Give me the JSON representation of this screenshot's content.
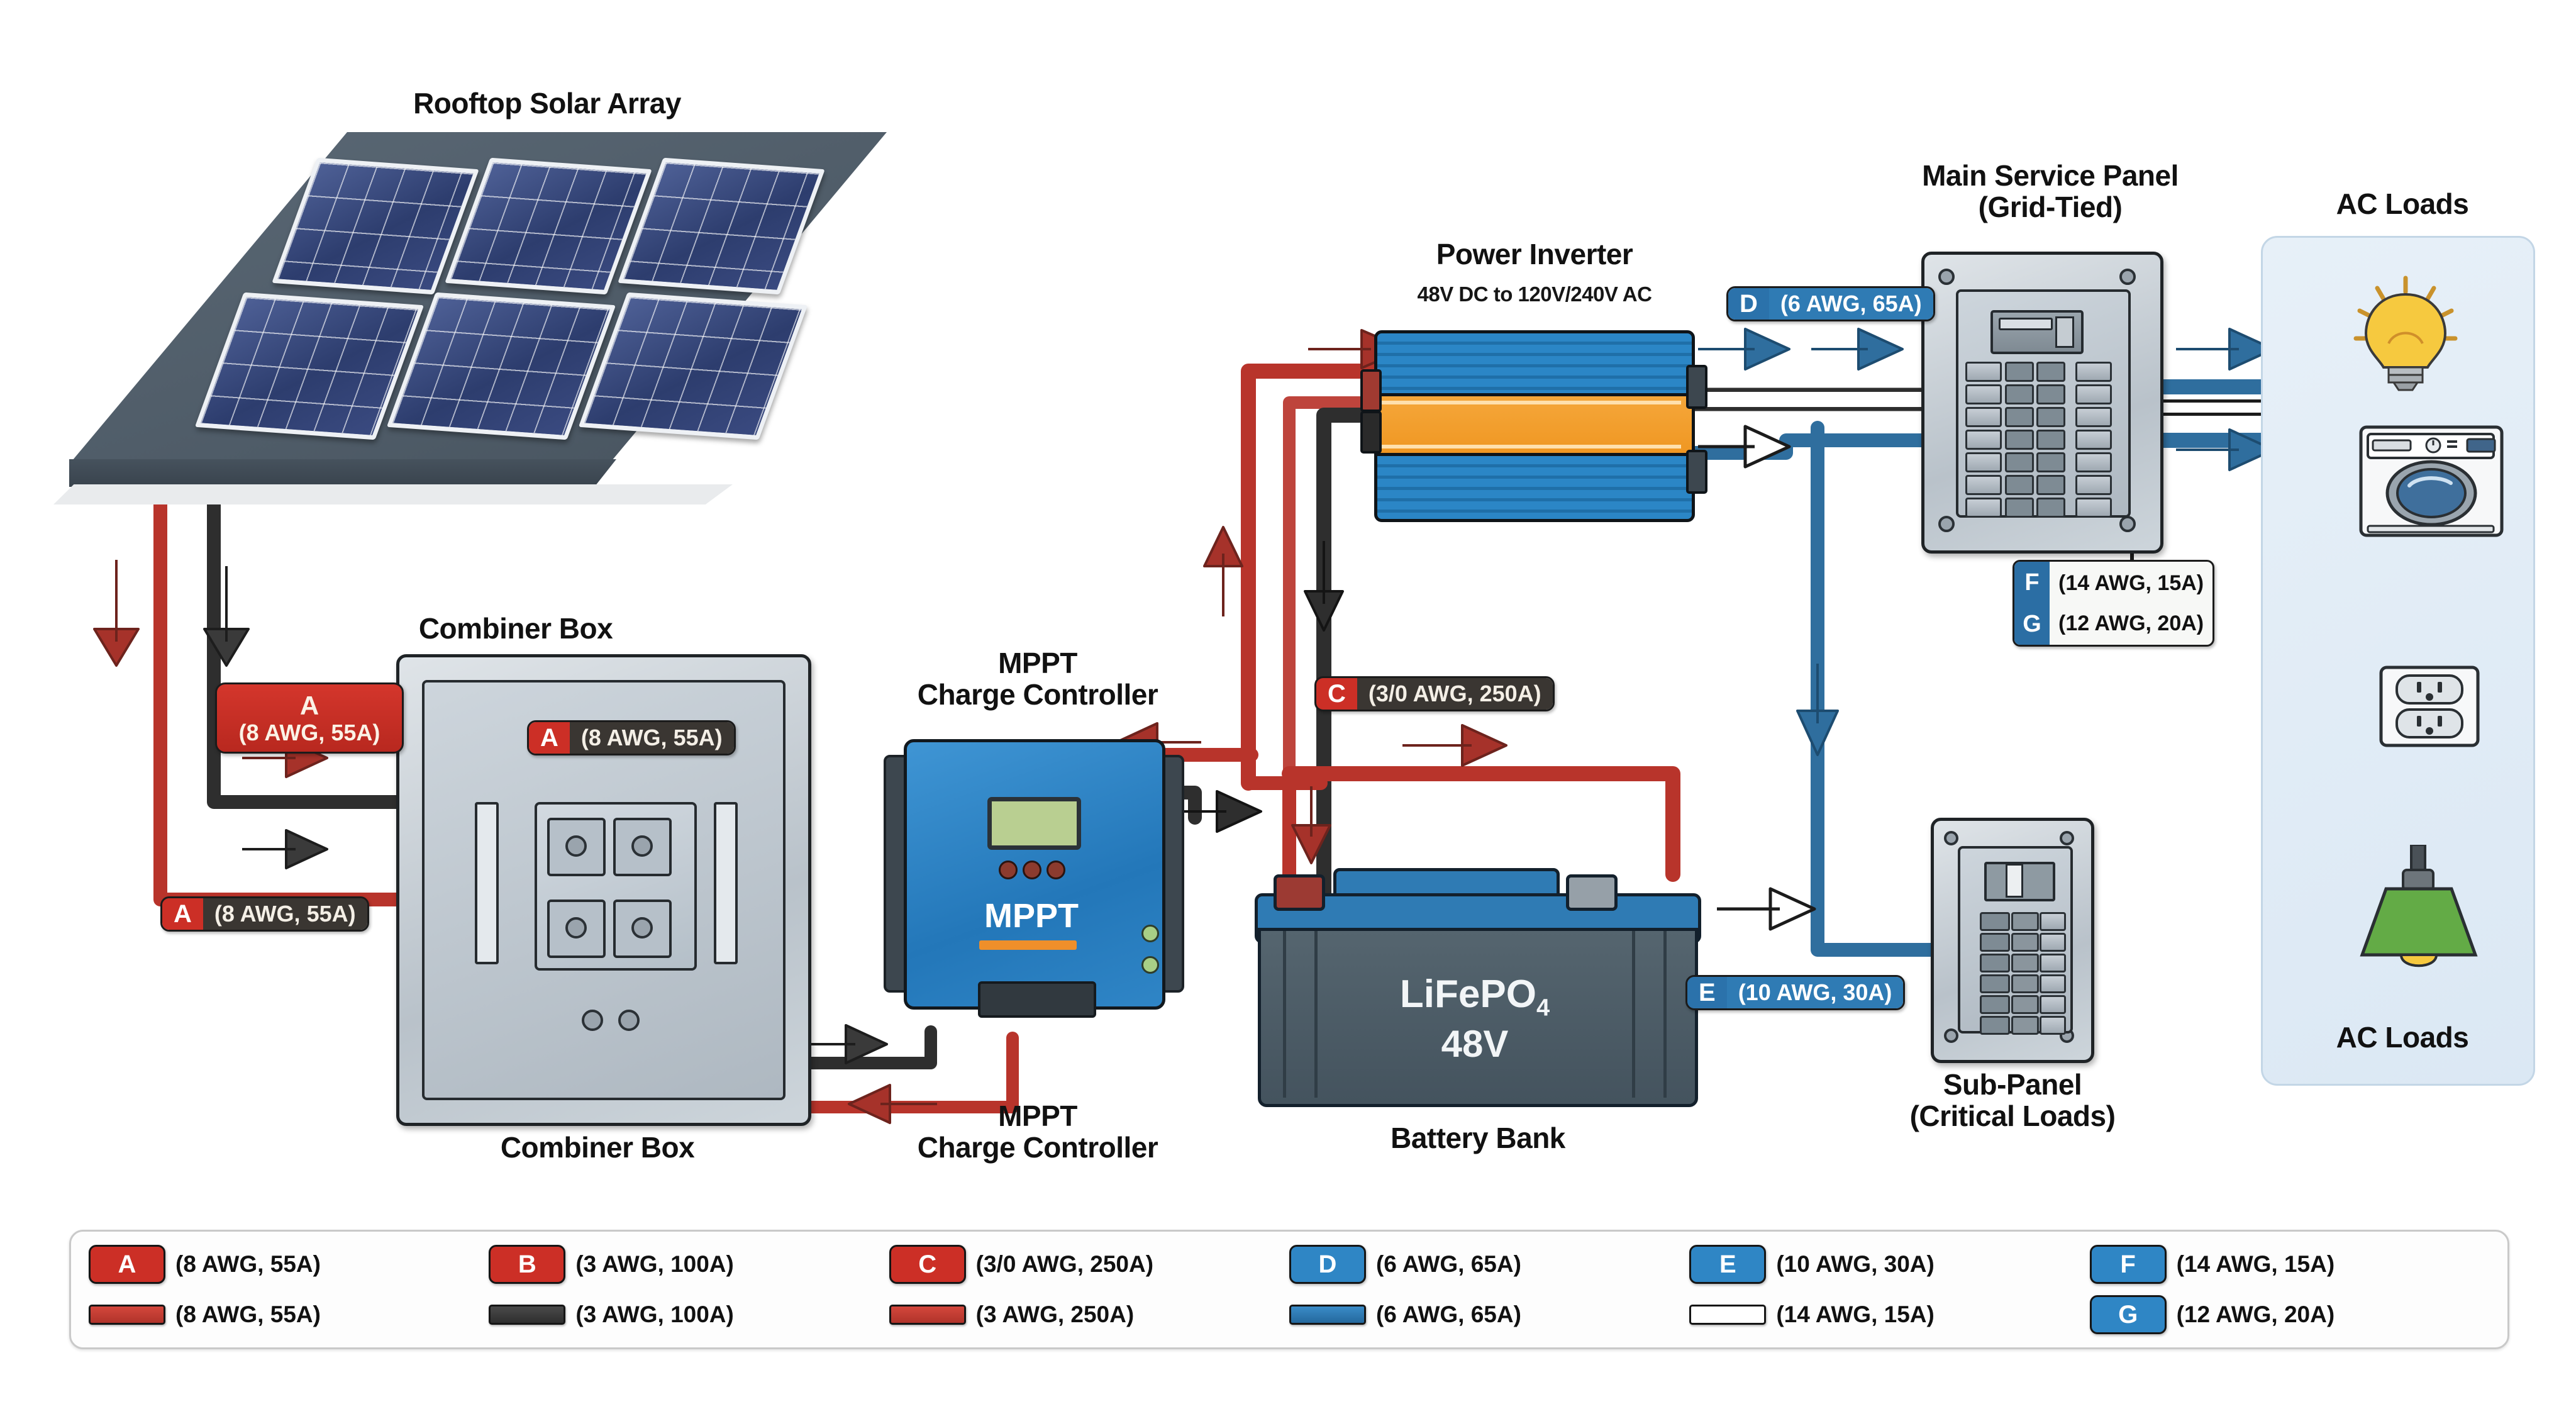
{
  "titles": {
    "solar_array": "Rooftop Solar Array",
    "combiner_top": "Combiner Box",
    "combiner_bottom": "Combiner Box",
    "mppt_top": "MPPT\nCharge Controller",
    "mppt_bottom": "MPPT\nCharge Controller",
    "inverter": "Power Inverter",
    "inverter_sub": "48V DC to 120V/240V AC",
    "main_panel": "Main Service Panel\n(Grid-Tied)",
    "ac_loads_top": "AC Loads",
    "ac_loads_bottom": "AC Loads",
    "sub_panel": "Sub-Panel\n(Critical Loads)",
    "battery_bank": "Battery Bank"
  },
  "devices": {
    "mppt_face_label": "MPPT",
    "battery_chem": "LiFePO",
    "battery_chem_sub": "4",
    "battery_voltage": "48V"
  },
  "callouts": [
    {
      "id": "a-big",
      "key": "A",
      "value": "(8 AWG, 55A)",
      "style": "bigtag"
    },
    {
      "id": "a-left",
      "key": "A",
      "value": "(8 AWG, 55A)",
      "style": "dark"
    },
    {
      "id": "a-inbox",
      "key": "A",
      "value": "(8 AWG, 55A)",
      "style": "dark"
    },
    {
      "id": "c-batt",
      "key": "C",
      "value": "(3/0 AWG, 250A)",
      "style": "dark"
    },
    {
      "id": "d-inv",
      "key": "D",
      "value": "(6 AWG, 65A)",
      "style": "blue"
    },
    {
      "id": "e-sub",
      "key": "E",
      "value": "(10 AWG, 30A)",
      "style": "blue"
    },
    {
      "id": "fg-main",
      "keys": [
        "F",
        "G"
      ],
      "values": [
        "(14 AWG, 15A)",
        "(12 AWG, 20A)"
      ],
      "style": "white"
    }
  ],
  "legend": {
    "columns": [
      {
        "badge": "A",
        "badge_color": "#cc2f26",
        "badge_text": "(8 AWG, 55A)",
        "swatch_color": "#c03a31",
        "swatch_text": "(8 AWG, 55A)"
      },
      {
        "badge": "B",
        "badge_color": "#cc2f26",
        "badge_text": "(3 AWG, 100A)",
        "swatch_color": "#3a3a3a",
        "swatch_text": "(3 AWG, 100A)"
      },
      {
        "badge": "C",
        "badge_color": "#cc2f26",
        "badge_text": "(3/0 AWG, 250A)",
        "swatch_color": "#c03a31",
        "swatch_text": "(3 AWG, 250A)"
      },
      {
        "badge": "D",
        "badge_color": "#2f86c5",
        "badge_text": "(6 AWG, 65A)",
        "swatch_color": "#2f7bb4",
        "swatch_text": "(6 AWG, 65A)"
      },
      {
        "badge": "E",
        "badge_color": "#2f86c5",
        "badge_text": "(10 AWG, 30A)",
        "swatch_color": "#ffffff",
        "swatch_text": "(14 AWG, 15A)"
      },
      {
        "badge": "F",
        "badge_color": "#2f86c5",
        "badge_text": "(14 AWG, 15A)",
        "badge2": "G",
        "badge2_color": "#2f86c5",
        "badge2_text": "(12 AWG, 20A)"
      }
    ]
  },
  "colors": {
    "dc_positive_red": "#b8342b",
    "dc_negative_black": "#2e2e2e",
    "ac_blue": "#2f6e9e",
    "ac_white": "#ffffff",
    "ground_green": "#3f9b3f",
    "inverter_blue": "#2079b8",
    "inverter_orange": "#f2a032",
    "panel_grey": "#c6ced5",
    "battery_body": "#4a5b68",
    "battery_top": "#2f7bb4",
    "lamp_green": "#5aa845",
    "bulb_yellow": "#f5c13a"
  },
  "chart_data": {
    "type": "diagram",
    "title": "Residential Grid-Tied Solar PV Wiring Diagram",
    "nodes": [
      {
        "id": "array",
        "label": "Rooftop Solar Array"
      },
      {
        "id": "combiner",
        "label": "Combiner Box"
      },
      {
        "id": "mppt",
        "label": "MPPT Charge Controller"
      },
      {
        "id": "battery",
        "label": "Battery Bank (LiFePO4 48V)"
      },
      {
        "id": "inverter",
        "label": "Power Inverter 48V DC to 120V/240V AC"
      },
      {
        "id": "main",
        "label": "Main Service Panel (Grid-Tied)"
      },
      {
        "id": "sub",
        "label": "Sub-Panel (Critical Loads)"
      },
      {
        "id": "acloads",
        "label": "AC Loads"
      }
    ],
    "edges": [
      {
        "from": "array",
        "to": "combiner",
        "tag": "A",
        "wire": "8 AWG, 55A"
      },
      {
        "from": "combiner",
        "to": "mppt",
        "tag": "A",
        "wire": "8 AWG, 55A"
      },
      {
        "from": "mppt",
        "to": "battery",
        "tag": "B",
        "wire": "3 AWG, 100A"
      },
      {
        "from": "battery",
        "to": "inverter",
        "tag": "C",
        "wire": "3/0 AWG, 250A"
      },
      {
        "from": "inverter",
        "to": "main",
        "tag": "D",
        "wire": "6 AWG, 65A"
      },
      {
        "from": "main",
        "to": "sub",
        "tag": "E",
        "wire": "10 AWG, 30A"
      },
      {
        "from": "main",
        "to": "acloads",
        "tag": "F",
        "wire": "14 AWG, 15A"
      },
      {
        "from": "main",
        "to": "acloads",
        "tag": "G",
        "wire": "12 AWG, 20A"
      }
    ]
  }
}
